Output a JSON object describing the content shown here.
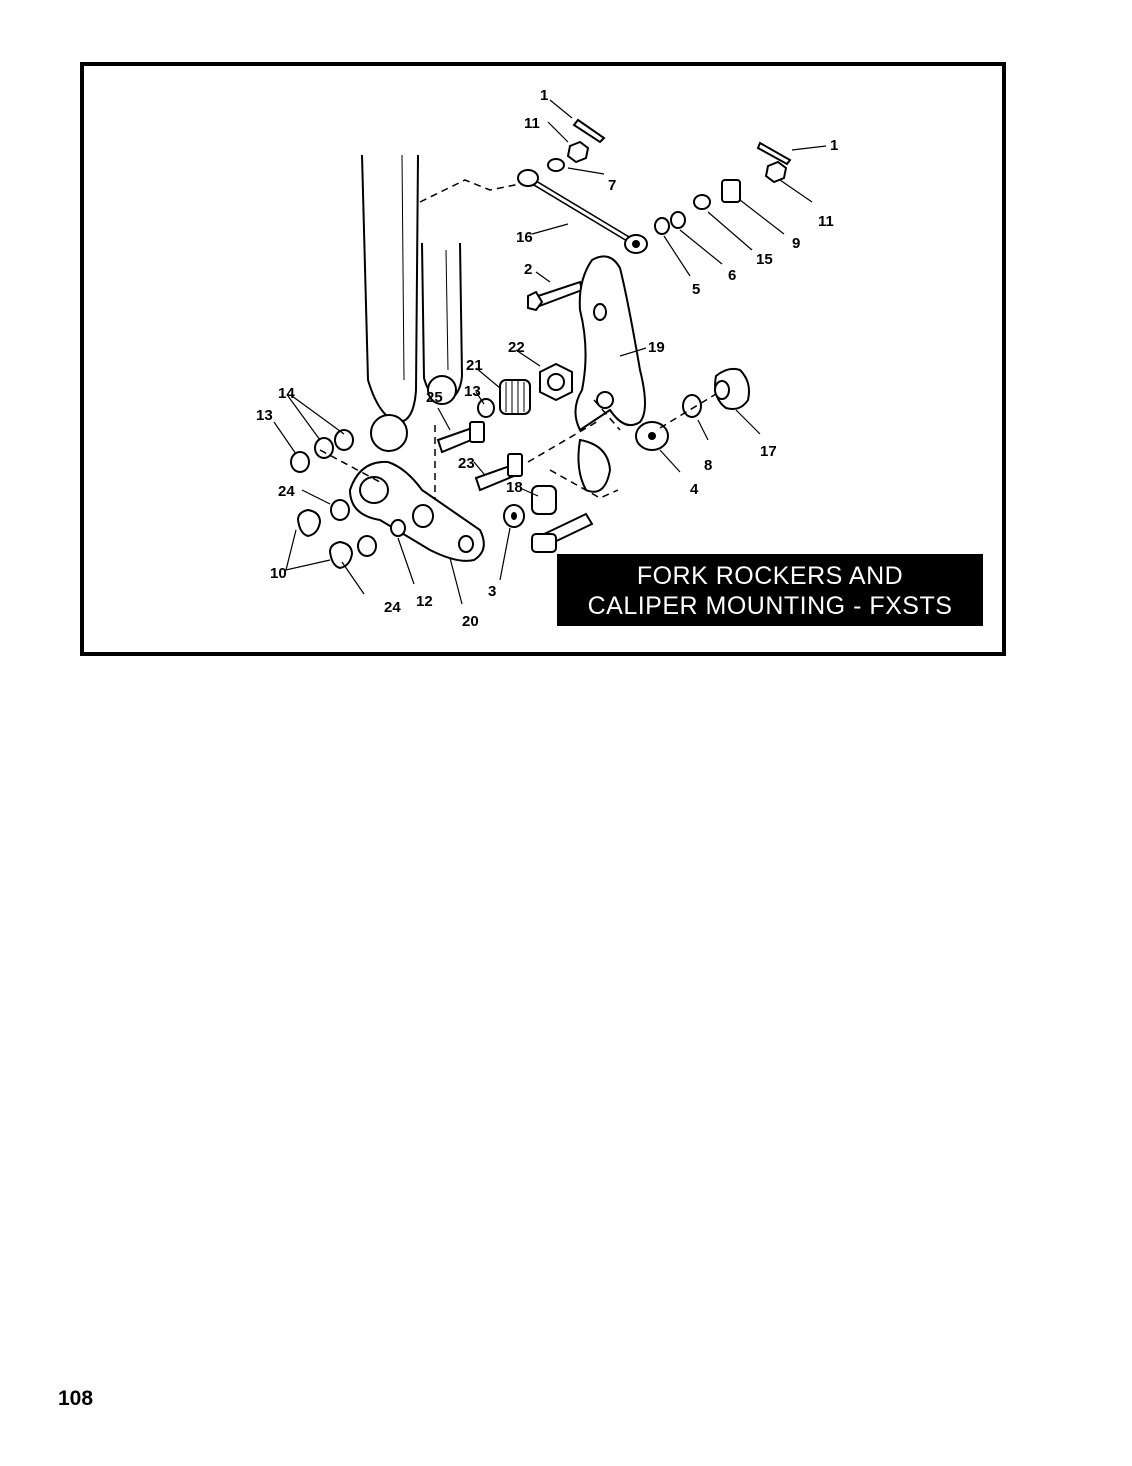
{
  "figure": {
    "caption_line1": "FORK ROCKERS AND",
    "caption_line2": "CALIPER MOUNTING - FXSTS",
    "callouts": [
      "1",
      "11",
      "7",
      "1",
      "11",
      "16",
      "9",
      "15",
      "6",
      "5",
      "2",
      "19",
      "22",
      "21",
      "13",
      "25",
      "14",
      "13",
      "23",
      "8",
      "17",
      "4",
      "18",
      "24",
      "10",
      "3",
      "24",
      "12",
      "20"
    ]
  },
  "page": {
    "number": "108"
  }
}
